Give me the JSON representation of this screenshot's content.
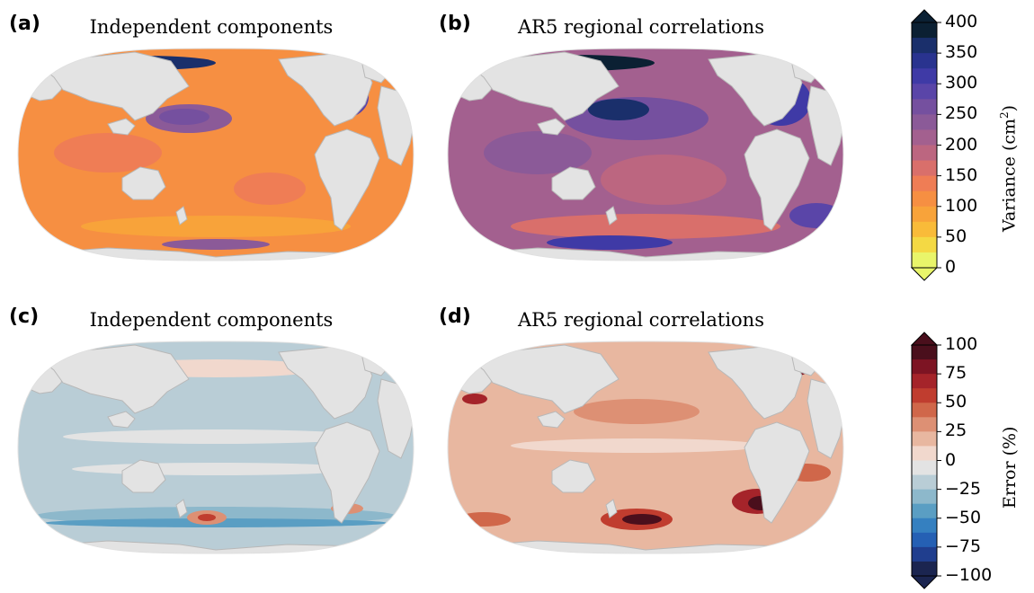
{
  "panels": [
    {
      "label": "(a)",
      "title": "Independent components",
      "scheme": "var_ic"
    },
    {
      "label": "(b)",
      "title": "AR5 regional correlations",
      "scheme": "var_ar5"
    },
    {
      "label": "(c)",
      "title": "Independent components",
      "scheme": "err_ic"
    },
    {
      "label": "(d)",
      "title": "AR5 regional correlations",
      "scheme": "err_ar5"
    }
  ],
  "colorbars": {
    "variance": {
      "label_prefix": "Variance (cm",
      "label_sup": "2",
      "label_suffix": ")",
      "ticks": [
        "400",
        "350",
        "300",
        "250",
        "200",
        "150",
        "100",
        "50",
        "0"
      ],
      "colors": [
        "#0b2033",
        "#1a2f6b",
        "#29338f",
        "#3f3aa6",
        "#5a45a8",
        "#75509f",
        "#8b5a98",
        "#a3608f",
        "#bc6680",
        "#d96f6b",
        "#ef7d55",
        "#f68f42",
        "#f8a33a",
        "#f9bb39",
        "#f4d944",
        "#e9f56a"
      ]
    },
    "error": {
      "label": "Error (%)",
      "ticks": [
        "100",
        "75",
        "50",
        "25",
        "0",
        "−25",
        "−50",
        "−75",
        "−100"
      ],
      "colors": [
        "#4a0f1c",
        "#7d1423",
        "#a5242a",
        "#c03d2f",
        "#d0674a",
        "#dd9074",
        "#e8b7a0",
        "#f1d8cd",
        "#e3e3e3",
        "#b9cdd6",
        "#8db8cb",
        "#5a9ec3",
        "#3580c0",
        "#2560b4",
        "#203e8e",
        "#1b2550"
      ]
    }
  }
}
